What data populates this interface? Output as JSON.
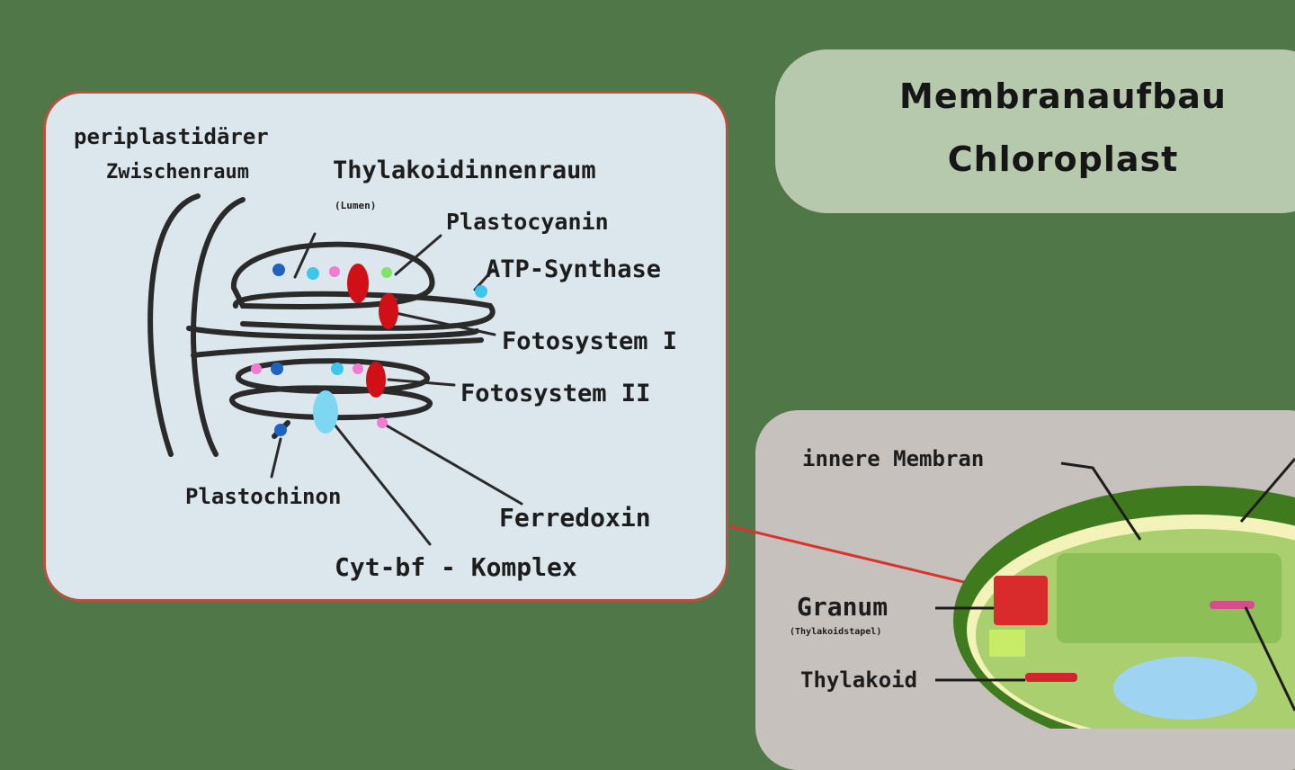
{
  "title": {
    "line1": "Membranaufbau",
    "line2": "Chloroplast"
  },
  "detail_labels": {
    "periplastid": "periplastidärer",
    "zwischenraum": "Zwischenraum",
    "thylakoidinnenraum": "Thylakoidinnenraum",
    "lumen": "(Lumen)",
    "plastocyanin": "Plastocyanin",
    "atp_synthase": "ATP-Synthase",
    "fotosystem1": "Fotosystem I",
    "fotosystem2": "Fotosystem II",
    "ferredoxin": "Ferredoxin",
    "plastochinon": "Plastochinon",
    "cyt_komplex": "Cyt-bf - Komplex"
  },
  "cell_labels": {
    "innere_membran": "innere Membran",
    "granum": "Granum",
    "granum_sub": "(Thylakoidstapel)",
    "thylakoid": "Thylakoid"
  },
  "colors": {
    "background": "#4f7748",
    "title_box": "#b7c9ac",
    "detail_box": "#dbe7ec",
    "detail_border": "#b6503f",
    "cell_box": "#c7c1bd",
    "photosystem_red": "#d10f17",
    "cyt_cyan": "#7dd7f2",
    "plastoquinone_blue": "#1f63c2",
    "ferredoxin_pink": "#f07bd0",
    "plastocyanin_green": "#7ee36b"
  }
}
